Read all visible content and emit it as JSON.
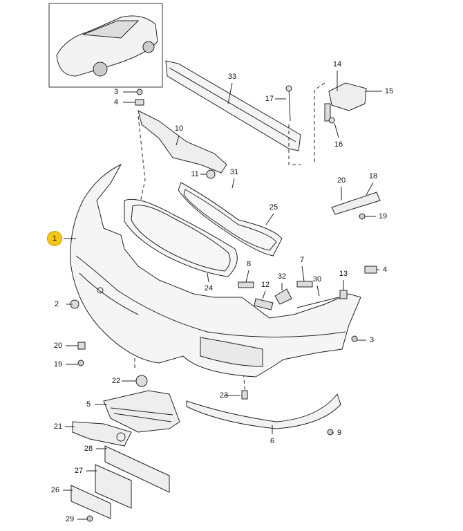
{
  "diagram": {
    "highlight_color": "#f5c518",
    "callouts": [
      "33",
      "17",
      "14",
      "15",
      "16",
      "3",
      "4",
      "10",
      "11",
      "31",
      "25",
      "20",
      "18",
      "19",
      "1",
      "8",
      "7",
      "32",
      "12",
      "30",
      "13",
      "4",
      "24",
      "2",
      "3",
      "20",
      "19",
      "22",
      "5",
      "23",
      "21",
      "9",
      "6",
      "28",
      "27",
      "26",
      "29"
    ]
  }
}
